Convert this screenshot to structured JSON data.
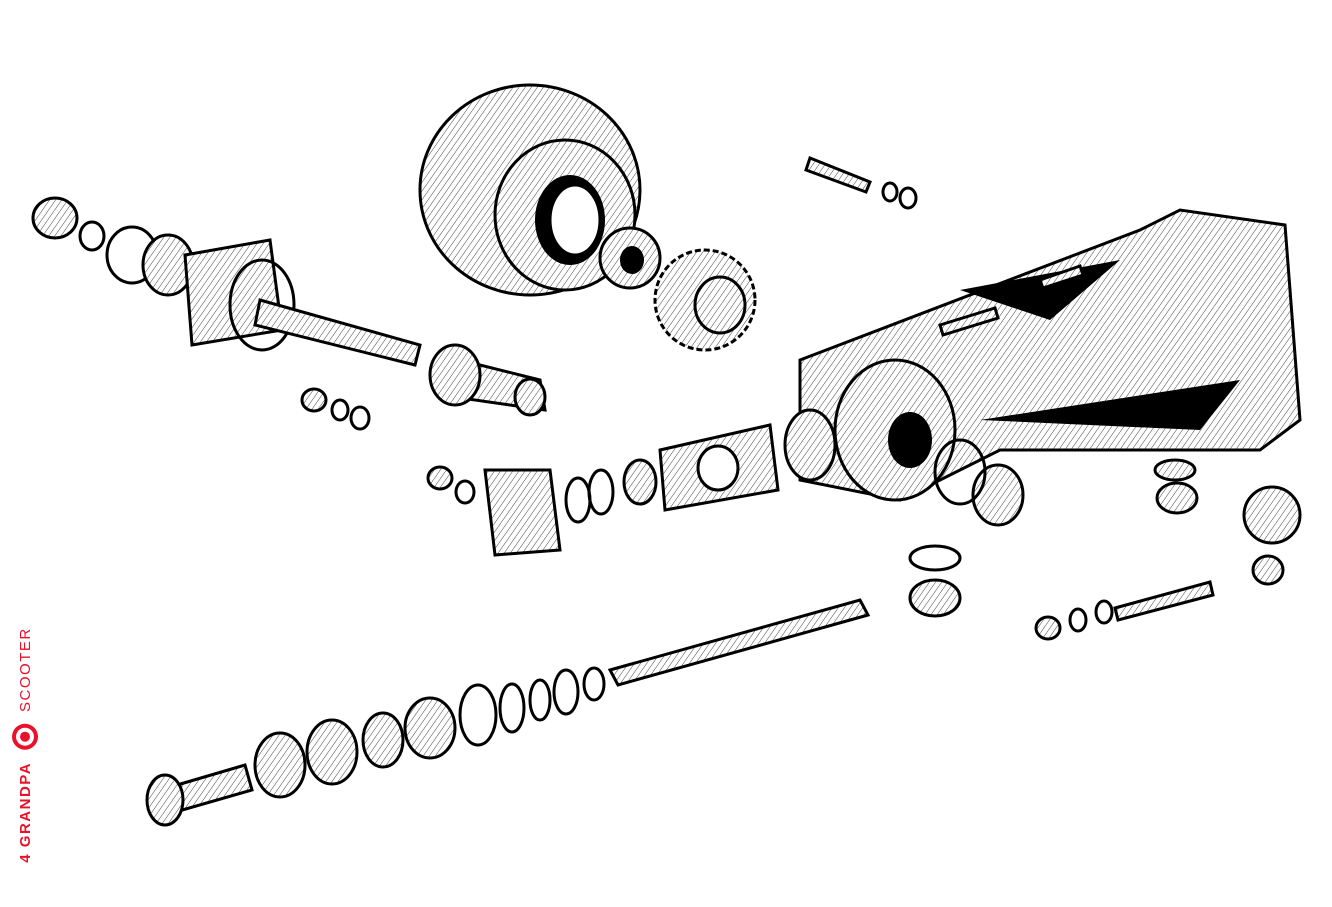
{
  "brand": {
    "prefix": "4 GRANDPA",
    "suffix": "SCOOTER",
    "logo_icon": "target-icon",
    "color": "#e8122b"
  },
  "illustration": {
    "subject": "rear-axle-gearbox-exploded-view"
  }
}
